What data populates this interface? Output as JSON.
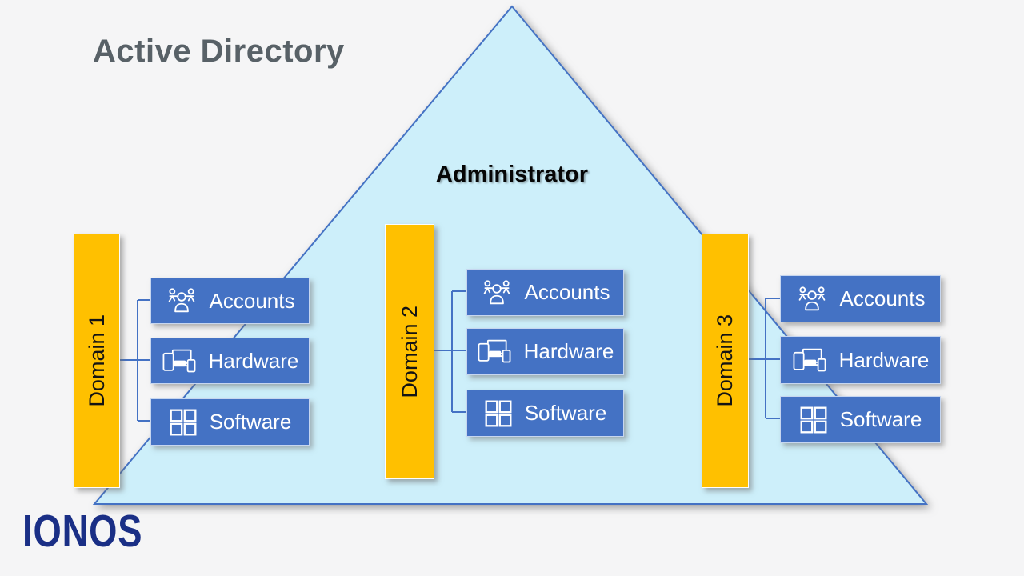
{
  "title": "Active Directory",
  "administrator_label": "Administrator",
  "logo": "IONOS",
  "domains": [
    {
      "label": "Domain 1",
      "items": [
        {
          "label": "Accounts",
          "icon": "accounts-icon"
        },
        {
          "label": "Hardware",
          "icon": "hardware-icon"
        },
        {
          "label": "Software",
          "icon": "software-icon"
        }
      ]
    },
    {
      "label": "Domain 2",
      "items": [
        {
          "label": "Accounts",
          "icon": "accounts-icon"
        },
        {
          "label": "Hardware",
          "icon": "hardware-icon"
        },
        {
          "label": "Software",
          "icon": "software-icon"
        }
      ]
    },
    {
      "label": "Domain 3",
      "items": [
        {
          "label": "Accounts",
          "icon": "accounts-icon"
        },
        {
          "label": "Hardware",
          "icon": "hardware-icon"
        },
        {
          "label": "Software",
          "icon": "software-icon"
        }
      ]
    }
  ],
  "colors": {
    "background": "#f5f5f6",
    "triangle_fill": "#cdeffa",
    "triangle_border": "#4472c4",
    "domain_bar": "#ffc000",
    "item_box": "#4472c4",
    "connector": "#4472c4",
    "title_text": "#586167",
    "logo_text": "#1a2f86"
  }
}
